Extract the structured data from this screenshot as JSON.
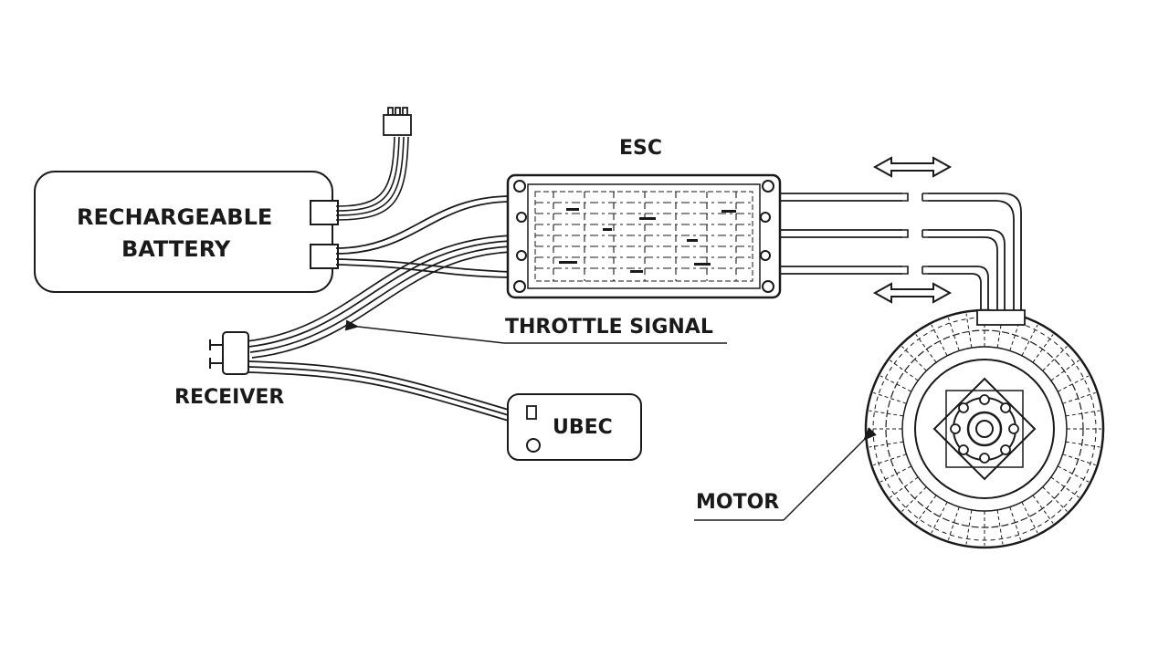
{
  "labels": {
    "battery_line1": "RECHARGEABLE",
    "battery_line2": "BATTERY",
    "esc": "ESC",
    "throttle_signal": "THROTTLE SIGNAL",
    "receiver": "RECEIVER",
    "ubec": "UBEC",
    "motor": "MOTOR"
  },
  "colors": {
    "line": "#1a1a1a",
    "background": "#ffffff"
  },
  "icons": {
    "direction_top": "double-arrow-icon",
    "direction_bottom": "double-arrow-icon"
  }
}
